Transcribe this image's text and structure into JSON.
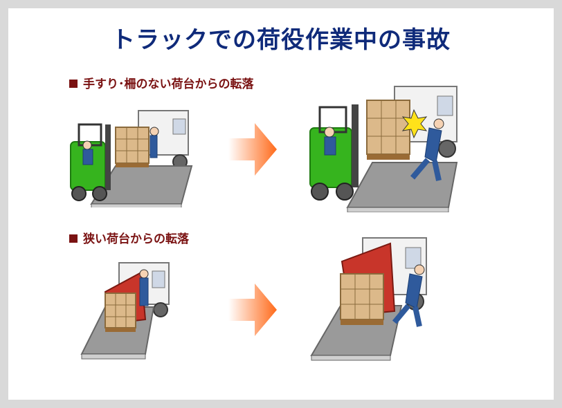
{
  "page": {
    "title": "トラックでの荷役作業中の事故"
  },
  "sections": [
    {
      "label": "手すり･柵のない荷台からの転落"
    },
    {
      "label": "狭い荷台からの転落"
    }
  ],
  "icons": {
    "arrow": "right-arrow-icon",
    "bullet": "square-bullet-icon"
  },
  "colors": {
    "title": "#0f2a7a",
    "section": "#7a1212",
    "forklift": "#36b41e",
    "worker": "#2f5a9c",
    "cargo": "#dcb98a",
    "tarp": "#c8352a",
    "arrow": "#ff6a1a"
  }
}
